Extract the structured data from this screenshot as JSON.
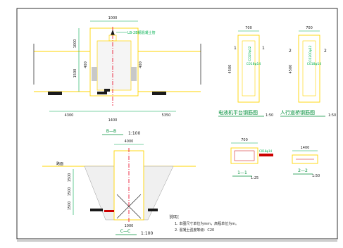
{
  "colors": {
    "background": "#ffffff",
    "frame": "#1a1a1a",
    "outline": "#ffd400",
    "dimension": "#00a850",
    "label": "#00b050",
    "axis": "#e8001c",
    "steel": "#cc0000",
    "caption_green": "#008f3a",
    "caption_black": "#000000"
  },
  "plan": {
    "callout": "LB-2B钢混凝土管",
    "dims": {
      "top": "1000",
      "left_a": "1000",
      "left_b": "1500",
      "mid_a": "400",
      "mid_b": "400",
      "bottom_left": "4300",
      "bottom_right": "5350",
      "bottom_small": "1400"
    },
    "title": "B—B",
    "scale": "1:100"
  },
  "section": {
    "ground_label": "路面",
    "top_dim": "4000",
    "left_dims": [
      "1500",
      "1500",
      "1500"
    ],
    "bottom_dim": "1000",
    "title": "C—C",
    "scale": "1:100"
  },
  "notes": {
    "heading": "说明：",
    "items": [
      "1. 本图尺寸单位为mm，高程单位为m。",
      "2. 混凝土强度等级：C20"
    ]
  },
  "detail_a": {
    "width": "700",
    "height": "4500",
    "inner_top": "CO20φ12",
    "inner_mid": "C018φ14",
    "marker": "1",
    "caption": "电液机平台钢筋图",
    "scale": "1:50"
  },
  "detail_b": {
    "width": "700",
    "height": "4500",
    "inner_top": "C0200φ12",
    "inner_mid": "C018φ14",
    "marker": "2",
    "caption": "人行道桥钢筋图",
    "scale": "1:50"
  },
  "section_11": {
    "width": "700",
    "label": "C018φ14",
    "title": "1—1",
    "scale": "1:25"
  },
  "section_22": {
    "width": "1400",
    "title": "2—2",
    "scale": "1:50"
  }
}
